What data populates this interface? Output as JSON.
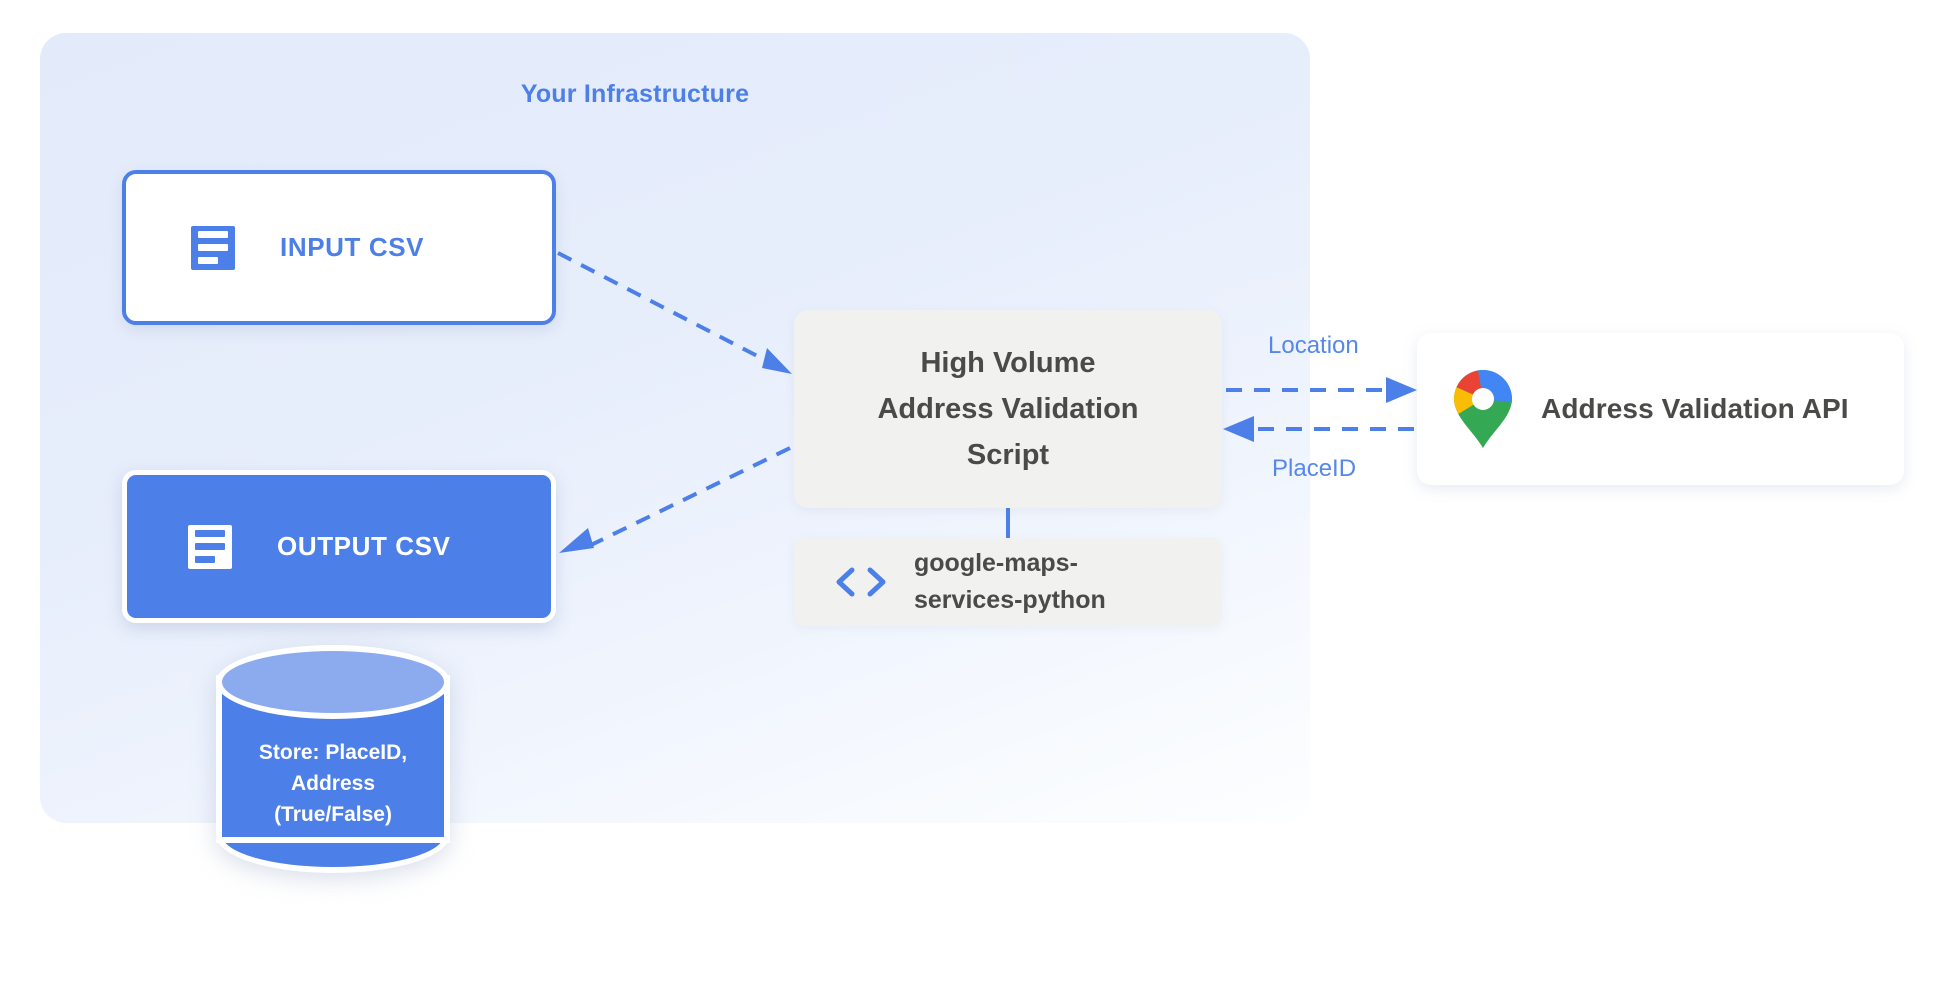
{
  "diagram": {
    "panel": {
      "title": "Your Infrastructure"
    },
    "nodes": {
      "input_csv": {
        "label": "INPUT CSV",
        "icon": "document-icon"
      },
      "output_csv": {
        "label": "OUTPUT CSV",
        "icon": "document-icon"
      },
      "script": {
        "label": "High Volume\nAddress Validation\nScript"
      },
      "library": {
        "label": "google-maps-\nservices-python",
        "icon": "code-brackets-icon"
      },
      "api": {
        "label": "Address Validation API",
        "icon": "google-maps-pin-icon"
      },
      "database": {
        "label": "Store: PlaceID,\nAddress\n(True/False)",
        "icon": "database-cylinder-icon"
      }
    },
    "edges": [
      {
        "id": "input-to-script",
        "label": "",
        "style": "dashed",
        "direction": "forward"
      },
      {
        "id": "script-to-output",
        "label": "",
        "style": "dashed",
        "direction": "forward"
      },
      {
        "id": "script-to-api",
        "label": "Location",
        "style": "dashed",
        "direction": "forward"
      },
      {
        "id": "api-to-script",
        "label": "PlaceID",
        "style": "dashed",
        "direction": "backward"
      },
      {
        "id": "script-to-library",
        "label": "",
        "style": "solid",
        "direction": "none"
      }
    ],
    "colors": {
      "accent_blue": "#4d7fe8",
      "label_blue": "#5588ea",
      "panel_bg": "#e6edfb",
      "card_grey": "#f1f1ef",
      "text_dark": "#4a4a48",
      "cylinder_top": "#8cabef",
      "maps_blue": "#4285f4",
      "maps_red": "#ea4335",
      "maps_yellow": "#fbbc04",
      "maps_green": "#34a853"
    }
  }
}
